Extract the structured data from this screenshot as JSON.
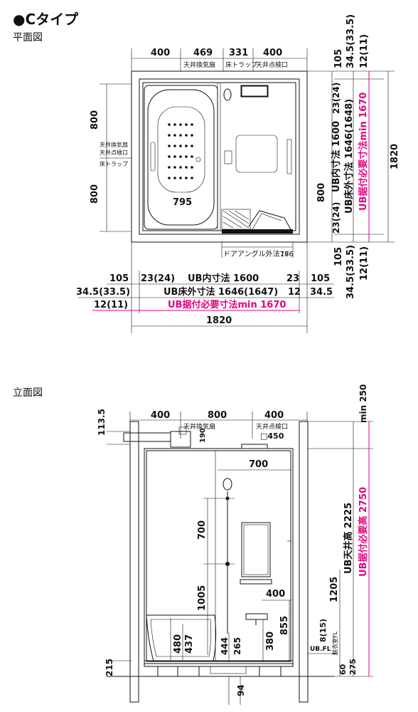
{
  "header": {
    "title": "●Cタイプ"
  },
  "plan": {
    "title": "平面図",
    "top_dims": [
      "400",
      "469",
      "331",
      "400"
    ],
    "top_labels": [
      "天井換気扇",
      "床トラップ",
      "天井点検口"
    ],
    "right_top_dims": [
      "105",
      "34.5(33.5)",
      "12(11)"
    ],
    "right_dims": [
      "23(24)",
      "UB内寸法 1600",
      "UB床外寸法 1646(1648)",
      "UB据付必要寸法min 1670",
      "1820"
    ],
    "right_bottom_dims": [
      "23(24)",
      "105",
      "34.5(33.5)",
      "12(11)"
    ],
    "left_dims": [
      "800",
      "800"
    ],
    "left_labels": [
      "天井換気扇",
      "天井点検口",
      "床トラップ"
    ],
    "inner_dims": [
      "795",
      "800"
    ],
    "door_dim": "ドアアングル外法766",
    "door_dim2": "17",
    "bottom_row1": [
      "105",
      "23(24)",
      "UB内寸法 1600",
      "23",
      "105"
    ],
    "bottom_row2": [
      "34.5(33.5)",
      "UB床外寸法 1646(1647)",
      "12",
      "34.5"
    ],
    "bottom_row3": [
      "12(11)",
      "UB据付必要寸法min 1670"
    ],
    "bottom_total": "1820"
  },
  "elevation": {
    "title": "立面図",
    "top_dims": [
      "400",
      "800",
      "400"
    ],
    "top_labels": [
      "天井換気扇",
      "天井点検口",
      "□450"
    ],
    "left_top": "113.5",
    "vent": "190",
    "inner": [
      "700",
      "700",
      "1005",
      "480",
      "437",
      "444",
      "265",
      "380",
      "400",
      "855"
    ],
    "right_dims": [
      "min 250",
      "UB天井高 2225",
      "UB据付必要高 2750",
      "1205",
      "8(15)",
      "脱衣室FL",
      "UB.FL",
      "60",
      "275"
    ],
    "bottom": [
      "215",
      "94"
    ]
  }
}
